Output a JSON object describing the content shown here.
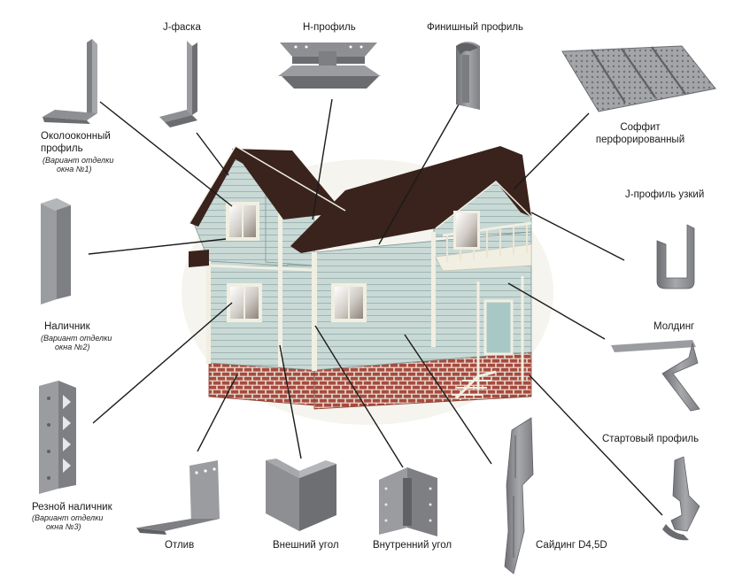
{
  "colors": {
    "roof": "#3a231c",
    "wall": "#c9d9d6",
    "trim": "#f1efe2",
    "brick": "#a84a3e",
    "mortar": "#e6ddd2",
    "profile": "#8d8f93",
    "profile_dark": "#6a6c70",
    "leader": "#1a1a1a"
  },
  "labels": {
    "okoloocon": {
      "title_1": "Околооконный",
      "title_2": "профиль",
      "note_1": "(Вариант отделки",
      "note_2": "окна №1)"
    },
    "j_faska": "J-фаска",
    "h_profile": "Н-профиль",
    "finish_profile": "Финишный профиль",
    "soffit": {
      "line_1": "Соффит",
      "line_2": "перфорированный"
    },
    "j_narrow": "J-профиль узкий",
    "nalichnik": {
      "title": "Наличник",
      "note_1": "(Вариант отделки",
      "note_2": "окна №2)"
    },
    "molding": "Молдинг",
    "starter": "Стартовый профиль",
    "carved": {
      "title": "Резной наличник",
      "note_1": "(Вариант отделки",
      "note_2": "окна №3)"
    },
    "otliv": "Отлив",
    "outer_corner": "Внешний угол",
    "inner_corner": "Внутренний угол",
    "siding": "Сайдинг D4,5D"
  }
}
